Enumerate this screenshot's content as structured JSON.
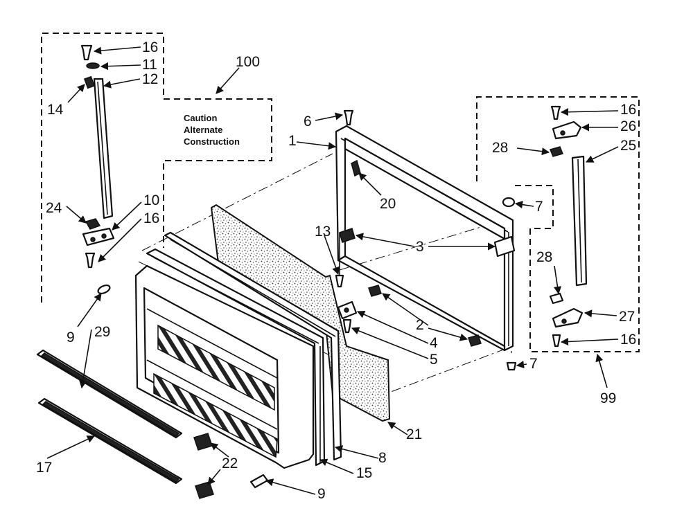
{
  "note": {
    "lines": [
      "Caution",
      "Alternate",
      "Construction"
    ]
  },
  "callouts": {
    "c1": "1",
    "c2": "2",
    "c3": "3",
    "c4": "4",
    "c5": "5",
    "c6": "6",
    "c7a": "7",
    "c7b": "7",
    "c8": "8",
    "c9a": "9",
    "c9b": "9",
    "c10": "10",
    "c11": "11",
    "c12": "12",
    "c13": "13",
    "c14": "14",
    "c15": "15",
    "c16a": "16",
    "c16b": "16",
    "c16c": "16",
    "c16d": "16",
    "c17": "17",
    "c20": "20",
    "c21": "21",
    "c22": "22",
    "c24": "24",
    "c25": "25",
    "c26": "26",
    "c27": "27",
    "c28a": "28",
    "c28b": "28",
    "c29": "29",
    "c99": "99",
    "c100": "100"
  },
  "colors": {
    "ink": "#111111",
    "paper": "#ffffff"
  }
}
